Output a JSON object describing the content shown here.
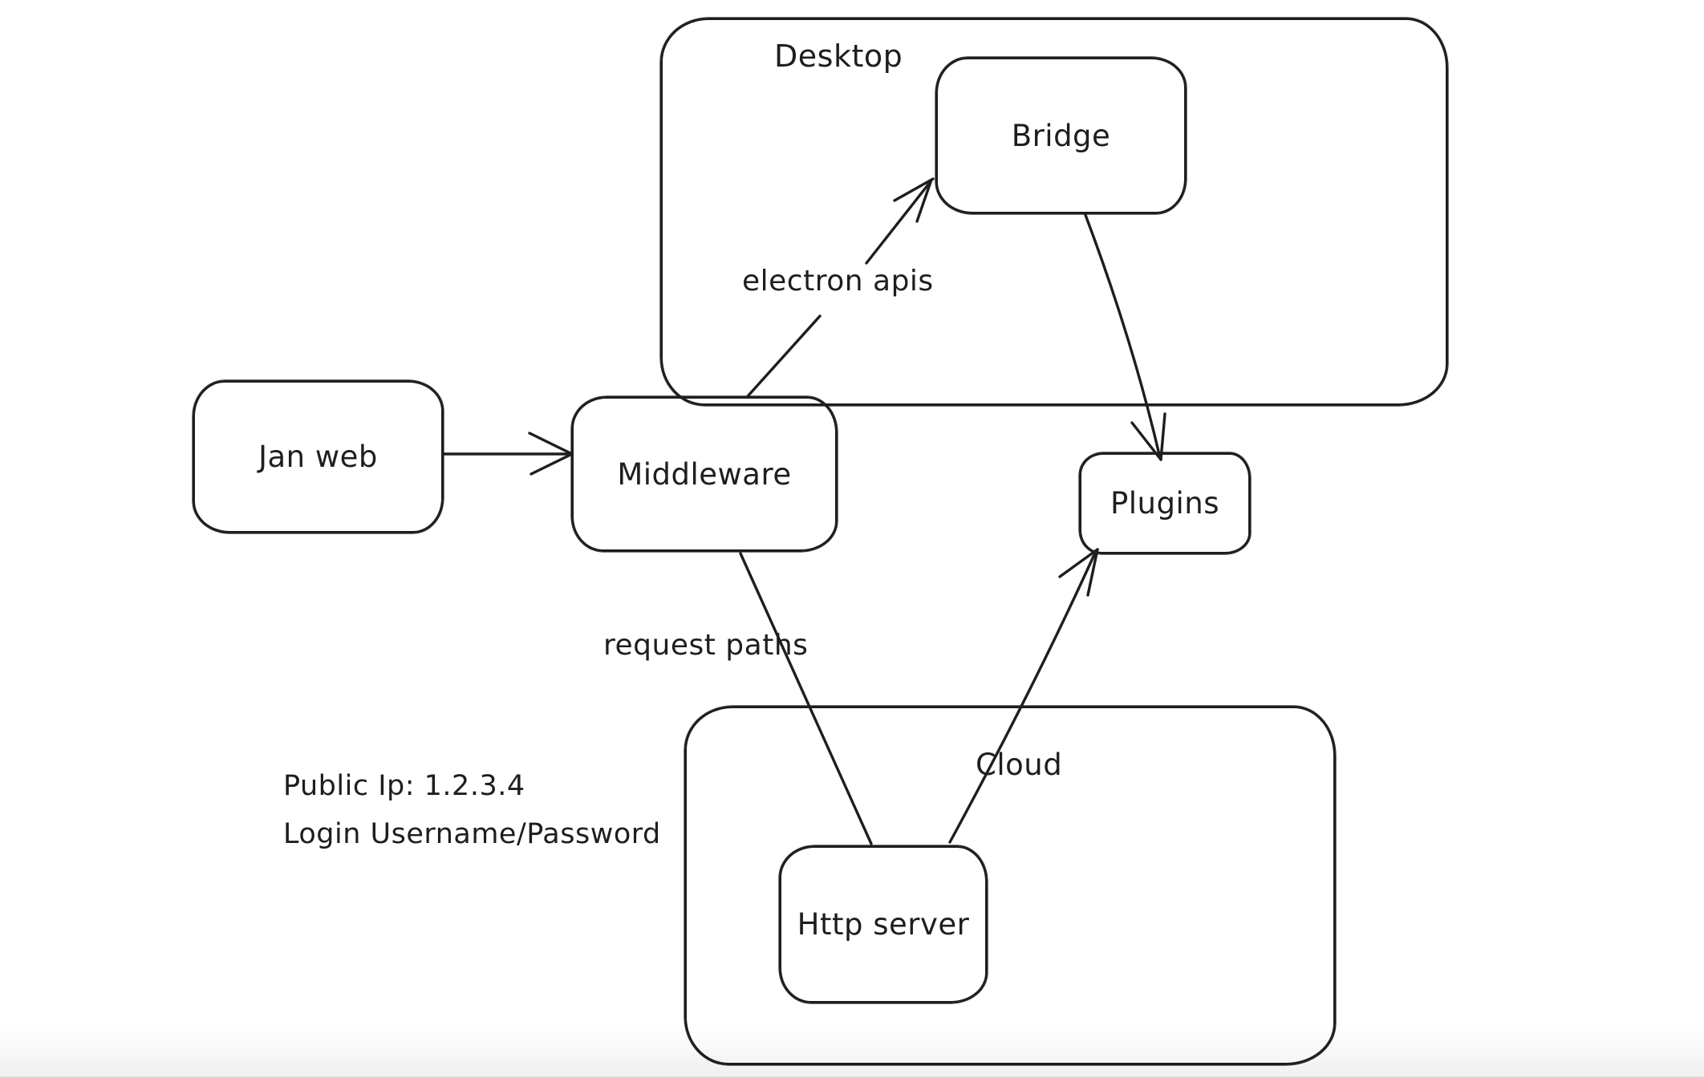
{
  "canvas": {
    "background": "#ffffff",
    "ink_color": "#1e1e1e",
    "style": "hand-drawn whiteboard (excalidraw-like)"
  },
  "containers": {
    "desktop": {
      "label": "Desktop"
    },
    "cloud": {
      "label": "Cloud"
    }
  },
  "nodes": {
    "jan_web": {
      "label": "Jan web"
    },
    "middleware": {
      "label": "Middleware"
    },
    "bridge": {
      "label": "Bridge"
    },
    "plugins": {
      "label": "Plugins"
    },
    "http_server": {
      "label": "Http server"
    }
  },
  "edges": [
    {
      "from": "Jan web",
      "to": "Middleware",
      "label": "",
      "arrowhead": "open-v at Middleware"
    },
    {
      "from": "Middleware",
      "to": "Bridge",
      "label": "electron apis",
      "arrowhead": "open-v at Bridge"
    },
    {
      "from": "Bridge",
      "to": "Plugins",
      "label": "",
      "arrowhead": "open-v at Plugins"
    },
    {
      "from": "Middleware",
      "to": "Http server",
      "label": "request paths",
      "arrowhead": "none"
    },
    {
      "from": "Http server",
      "to": "Plugins",
      "label": "",
      "arrowhead": "open-v at Plugins"
    }
  ],
  "annotations": {
    "line1": "Public Ip: 1.2.3.4",
    "line2": "Login Username/Password"
  }
}
